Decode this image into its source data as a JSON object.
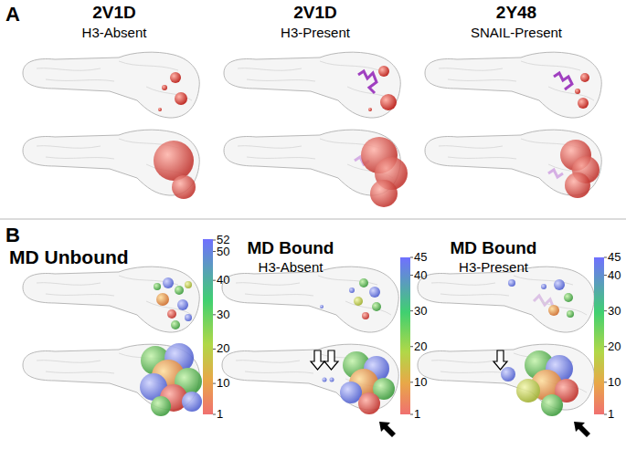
{
  "diagram": {
    "labels": [
      "A",
      "2V1D",
      "H3-Absent",
      "2V1D",
      "H3-Present",
      "2Y48",
      "SNAIL-Present",
      "B",
      "MD Unbound",
      "MD Bound",
      "H3-Absent",
      "MD Bound",
      "H3-Present",
      "52",
      "50",
      "40",
      "30",
      "20",
      "10",
      "1",
      "45",
      "40",
      "30",
      "20",
      "10",
      "1",
      "45",
      "40",
      "30",
      "20",
      "10",
      "1"
    ]
  }
}
